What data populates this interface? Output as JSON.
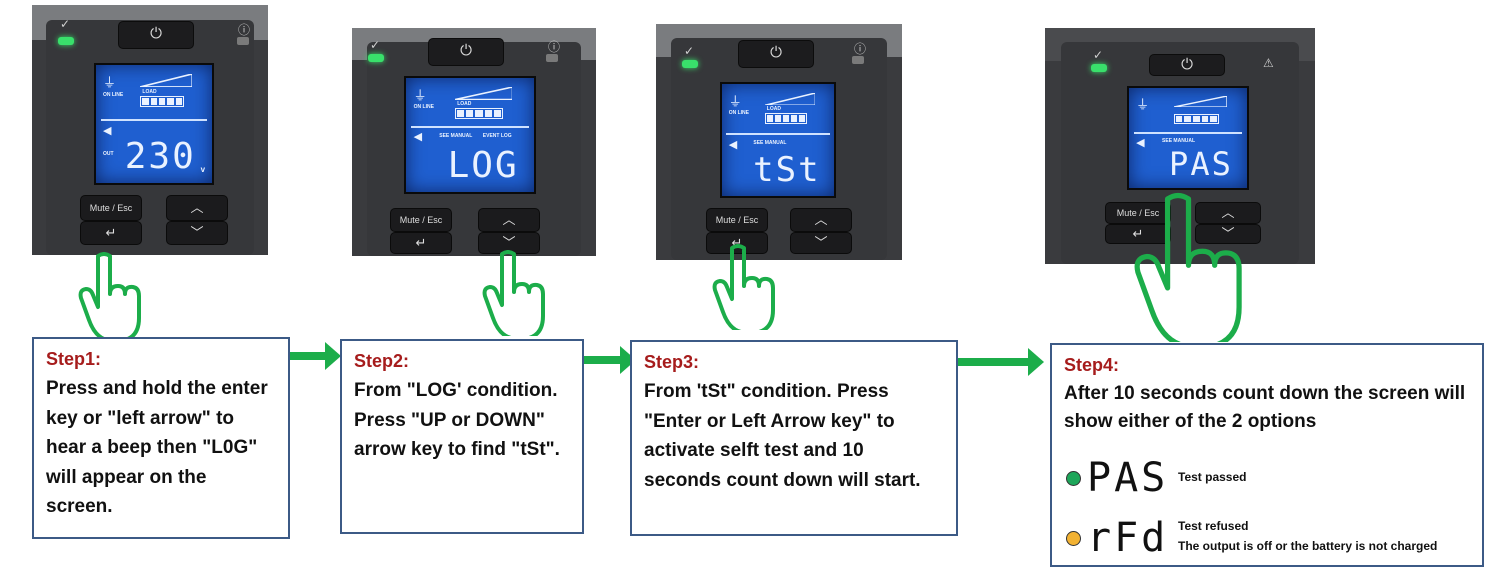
{
  "panels": [
    {
      "display": "230",
      "unit": "v",
      "mute_label": "Mute / Esc",
      "up_icon": "chevron-up-icon",
      "down_icon": "chevron-down-icon",
      "enter_icon": "enter-arrow-icon"
    },
    {
      "display": "LOG",
      "mute_label": "Mute / Esc"
    },
    {
      "display": "tSt",
      "mute_label": "Mute / Esc"
    },
    {
      "display": "PAS",
      "mute_label": "Mute / Esc"
    }
  ],
  "lcd_labels": {
    "on_line": "ON LINE",
    "load": "LOAD",
    "out": "OUT",
    "see_manual": "SEE MANUAL",
    "event_log": "EVENT LOG"
  },
  "steps": [
    {
      "title": "Step1:",
      "text": "Press and hold the enter key or \"left arrow\" to hear a beep then \"L0G\" will appear on the screen."
    },
    {
      "title": "Step2:",
      "text": "From \"LOG' condition. Press \"UP or DOWN\" arrow key to find \"tSt\"."
    },
    {
      "title": "Step3:",
      "text": "From 'tSt\" condition. Press \"Enter or Left Arrow key\" to activate selft test and 10 seconds count down will start."
    },
    {
      "title": "Step4:",
      "text": "After 10 seconds count down the screen will show either of the 2 options"
    }
  ],
  "options": [
    {
      "code": "PAS",
      "label": "Test passed",
      "sublabel": "",
      "color": "#1ea65a"
    },
    {
      "code": "rFd",
      "label": "Test refused",
      "sublabel": "The output is off or the battery is not charged",
      "color": "#f2b233"
    }
  ],
  "colors": {
    "accent_green": "#1cad4a",
    "step_title": "#a61c1c",
    "box_border": "#3c5a86",
    "lcd_blue": "#1f5fd0"
  }
}
